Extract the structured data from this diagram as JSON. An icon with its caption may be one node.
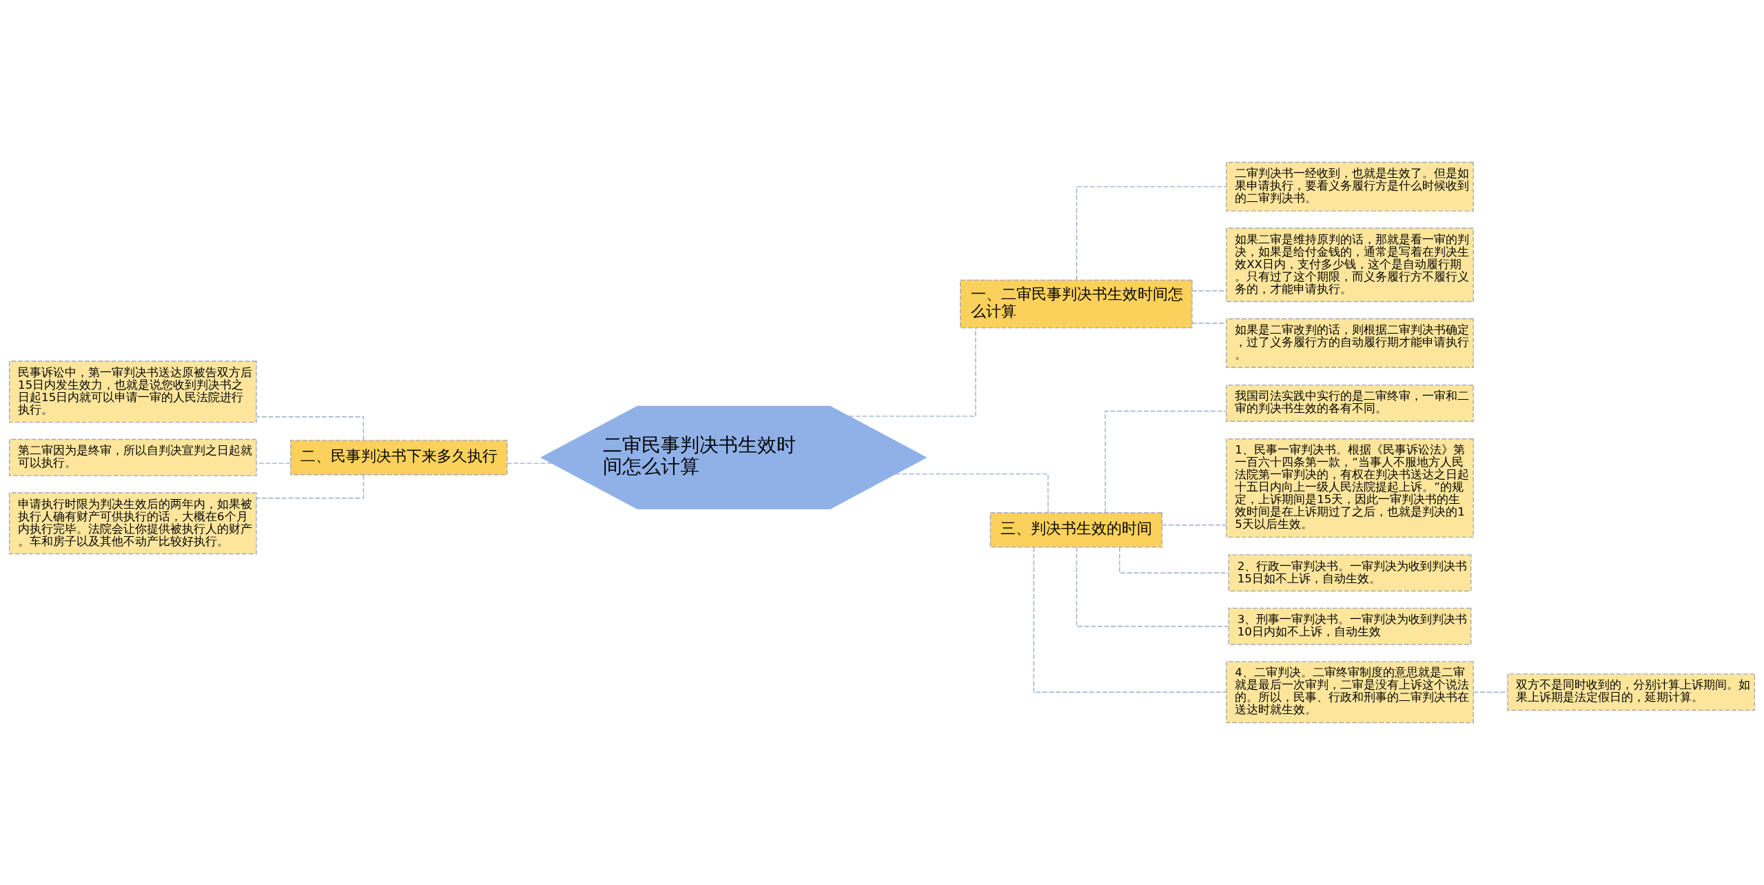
{
  "diagram": {
    "nodes": [
      {
        "text": [
          "二审民事判决书生效时间怎么计算"
        ]
      },
      {
        "text": [
          "一、二审民事判决书生效时间怎么计算"
        ]
      },
      {
        "text": [
          "二审判决书一经收到，也就是生效了。但是如果申请执行，要看义务履行方是什么时候收到的二审判决书。"
        ]
      },
      {
        "text": [
          "如果二审是维持原判的话，那就是看一审的判决，如果是给付金钱的，通常是写着在判决生效XX日内，支付多少钱，这个是自动履行期。只有过了这个期限，而义务履行方不履行义务的，才能申请执行。"
        ]
      },
      {
        "text": [
          "如果是二审改判的话，则根据二审判决书确定，过了义务履行方的自动履行期才能申请执行。"
        ]
      },
      {
        "text": [
          "二、民事判决书下来多久执行"
        ]
      },
      {
        "text": [
          "民事诉讼中，第一审判决书送达原被告双方后15日内发生效力，也就是说您收到判决书之日起15日内就可以申请一审的人民法院进行执行。"
        ]
      },
      {
        "text": [
          "第二审因为是终审，所以自判决宣判之日起就可以执行。"
        ]
      },
      {
        "text": [
          "申请执行时限为判决生效后的两年内，如果被执行人确有财产可供执行的话，大概在6个月内执行完毕。法院会让你提供被执行人的财产。车和房子以及其他不动产比较好执行。"
        ]
      },
      {
        "text": [
          "三、判决书生效的时间"
        ]
      },
      {
        "text": [
          "我国司法实践中实行的是二审终审，一审和二审的判决书生效的各有不同。"
        ]
      },
      {
        "text": [
          "1、民事一审判决书。根据《民事诉讼法》第一百六十四条第一款，“当事人不服地方人民法院第一审判决的，有权在判决书送达之日起十五日内向上一级人民法院提起上诉。”的规定，上诉期间是15天，因此一审判决书的生效时间是在上诉期过了之后，也就是判决的15天以后生效。"
        ]
      },
      {
        "text": [
          "2、行政一审判决书。一审判决为收到判决书15日如不上诉，自动生效。"
        ]
      },
      {
        "text": [
          "3、刑事一审判决书。一审判决为收到判决书10日内如不上诉，自动生效"
        ]
      },
      {
        "text": [
          "4、二审判决。二审终审制度的意思就是二审就是最后一次审判，二审是没有上诉这个说法的。所以，民事、行政和刑事的二审判决书在送达时就生效。"
        ]
      },
      {
        "text": [
          "双方不是同时收到的，分别计算上诉期间。如果上诉期是法定假日的，延期计算。"
        ]
      }
    ],
    "edges": [
      {
        "from": 0,
        "to": 1,
        "arrow": "none",
        "style": "dashed"
      },
      {
        "from": 1,
        "to": 2,
        "arrow": "none",
        "style": "dashed"
      },
      {
        "from": 1,
        "to": 3,
        "arrow": "none",
        "style": "dashed"
      },
      {
        "from": 1,
        "to": 4,
        "arrow": "none",
        "style": "dashed"
      },
      {
        "from": 0,
        "to": 5,
        "arrow": "none",
        "style": "dashed"
      },
      {
        "from": 5,
        "to": 6,
        "arrow": "none",
        "style": "dashed"
      },
      {
        "from": 5,
        "to": 7,
        "arrow": "none",
        "style": "dashed"
      },
      {
        "from": 5,
        "to": 8,
        "arrow": "none",
        "style": "dashed"
      },
      {
        "from": 0,
        "to": 9,
        "arrow": "none",
        "style": "dashed"
      },
      {
        "from": 9,
        "to": 10,
        "arrow": "none",
        "style": "dashed"
      },
      {
        "from": 9,
        "to": 11,
        "arrow": "none",
        "style": "dashed"
      },
      {
        "from": 9,
        "to": 12,
        "arrow": "none",
        "style": "dashed"
      },
      {
        "from": 9,
        "to": 13,
        "arrow": "none",
        "style": "dashed"
      },
      {
        "from": 9,
        "to": 14,
        "arrow": "none",
        "style": "dashed"
      },
      {
        "from": 14,
        "to": 15,
        "arrow": "none",
        "style": "dashed"
      }
    ]
  }
}
